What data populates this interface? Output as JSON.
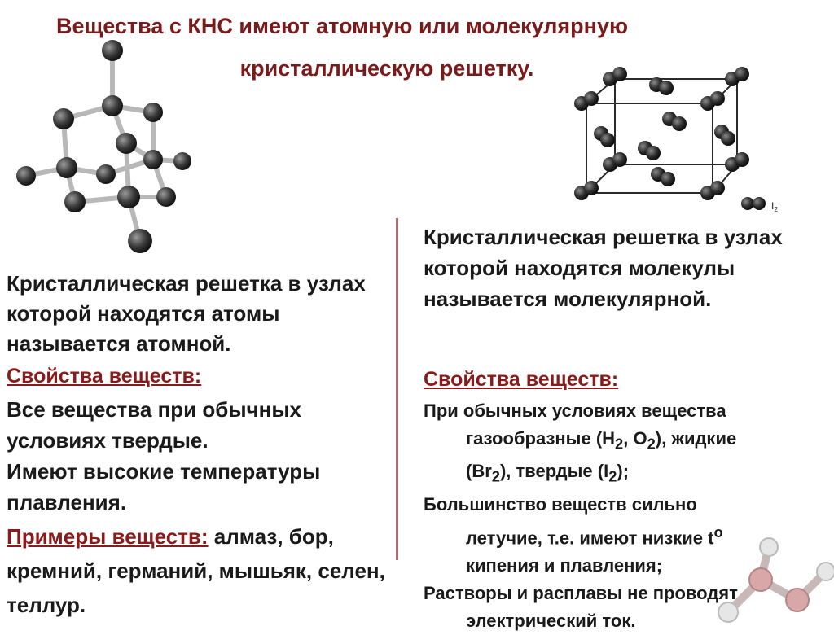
{
  "title": {
    "line1": "Вещества с КНС имеют атомную или молекулярную",
    "line2": "кристаллическую решетку."
  },
  "molecular_diagram": {
    "label": "I",
    "label_sub": "2"
  },
  "left": {
    "definition": "Кристаллическая решетка в узлах которой находятся атомы называется атомной.",
    "properties_heading": "Свойства веществ:",
    "properties": [
      "Все вещества при обычных условиях твердые.",
      "Имеют высокие температуры плавления."
    ],
    "examples_heading": "Примеры веществ:",
    "examples_text": "алмаз, бор, кремний, германий, мышьяк, селен, теллур."
  },
  "right": {
    "definition": "Кристаллическая решетка в узлах которой находятся молекулы называется молекулярной.",
    "properties_heading": "Свойства веществ:",
    "p1_a": "При обычных условиях вещества",
    "p1_b": "газообразные (H",
    "p1_b_sub1": "2",
    "p1_b_mid": ", O",
    "p1_b_sub2": "2",
    "p1_b_end": "), жидкие",
    "p1_c": "(Br",
    "p1_c_sub1": "2",
    "p1_c_mid": "), твердые (I",
    "p1_c_sub2": "2",
    "p1_c_end": ");",
    "p2_a": "Большинство веществ сильно",
    "p2_b": "летучие, т.е. имеют низкие t",
    "p2_b_sup": "o",
    "p2_c": "кипения и плавления;",
    "p3_a": "Растворы и расплавы не проводят",
    "p3_b": "электрический ток."
  },
  "colors": {
    "accent": "#8b1a1a",
    "title": "#7a1a1a",
    "divider": "#a96b6b",
    "atom": "#3a3a3a"
  }
}
